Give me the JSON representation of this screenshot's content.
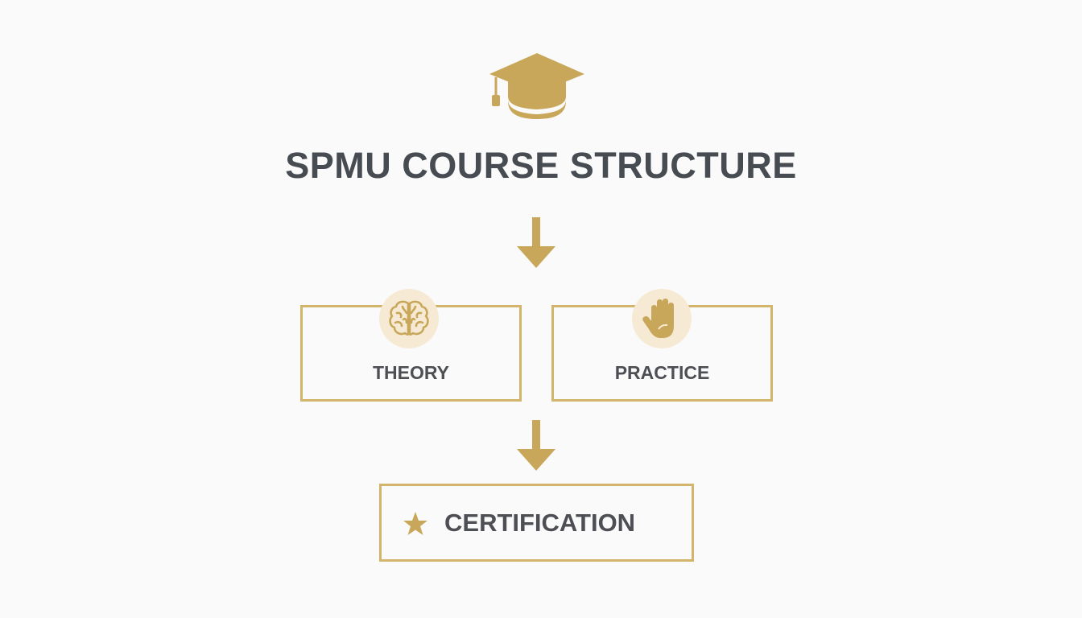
{
  "title": "SPMU COURSE STRUCTURE",
  "icons": {
    "header": "graduation-cap-icon",
    "theory": "brain-icon",
    "practice": "hand-icon",
    "certification": "star-icon",
    "connector": "arrow-down-icon"
  },
  "nodes": {
    "theory": {
      "label": "THEORY"
    },
    "practice": {
      "label": "PRACTICE"
    },
    "certification": {
      "label": "CERTIFICATION"
    }
  },
  "colors": {
    "accent": "#c9a75a",
    "border": "#d2b46a",
    "badge_bg": "#f6ead4",
    "text": "#474b52",
    "background": "#fafafa"
  }
}
